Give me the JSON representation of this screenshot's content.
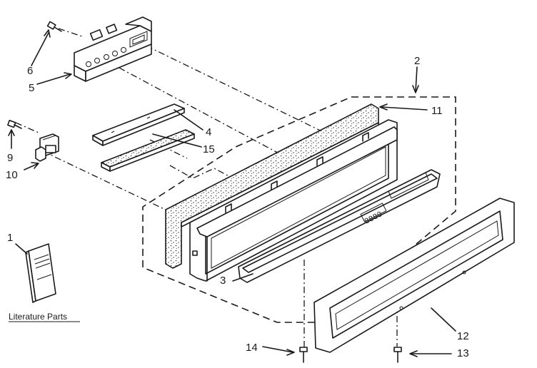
{
  "callouts": {
    "c1": "1",
    "c2": "2",
    "c3": "3",
    "c4": "4",
    "c5": "5",
    "c6": "6",
    "c9": "9",
    "c10": "10",
    "c11": "11",
    "c12": "12",
    "c13": "13",
    "c14": "14",
    "c15": "15"
  },
  "literature_caption": "Literature Parts",
  "display_readout": "8880"
}
